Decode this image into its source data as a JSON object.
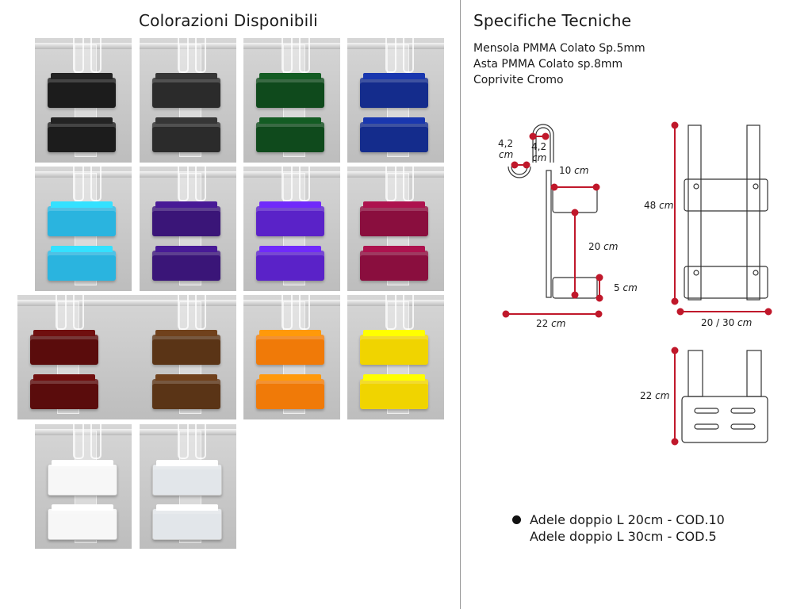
{
  "left_title": "Colorazioni Disponibili",
  "right_title": "Specifiche Tecniche",
  "specs": [
    "Mensola PMMA Colato Sp.5mm",
    "Asta PMMA Colato sp.8mm",
    "Coprivite Cromo"
  ],
  "colors": [
    "#1c1c1c",
    "#2b2b2b",
    "#0f4a1c",
    "#142c8c",
    "#2ab4df",
    "#3a1578",
    "#5a22c8",
    "#8a0e3e",
    "#5a0c0c",
    "#5a3416",
    "#f07a08",
    "#f0d400",
    "#f7f7f7",
    "#e2e6ea"
  ],
  "dimensions": {
    "hook_width_a": "4,2",
    "hook_width_a_unit": "cm",
    "hook_width_b": "4,2",
    "hook_width_b_unit": "cm",
    "shelf_depth": "10",
    "shelf_gap": "20",
    "shelf_height": "5",
    "total_depth": "22",
    "total_height": "48",
    "width": "20 / 30",
    "top_depth": "22",
    "unit": "cm"
  },
  "legend": [
    "Adele doppio L 20cm - COD.10",
    "Adele doppio L 30cm - COD.5"
  ]
}
